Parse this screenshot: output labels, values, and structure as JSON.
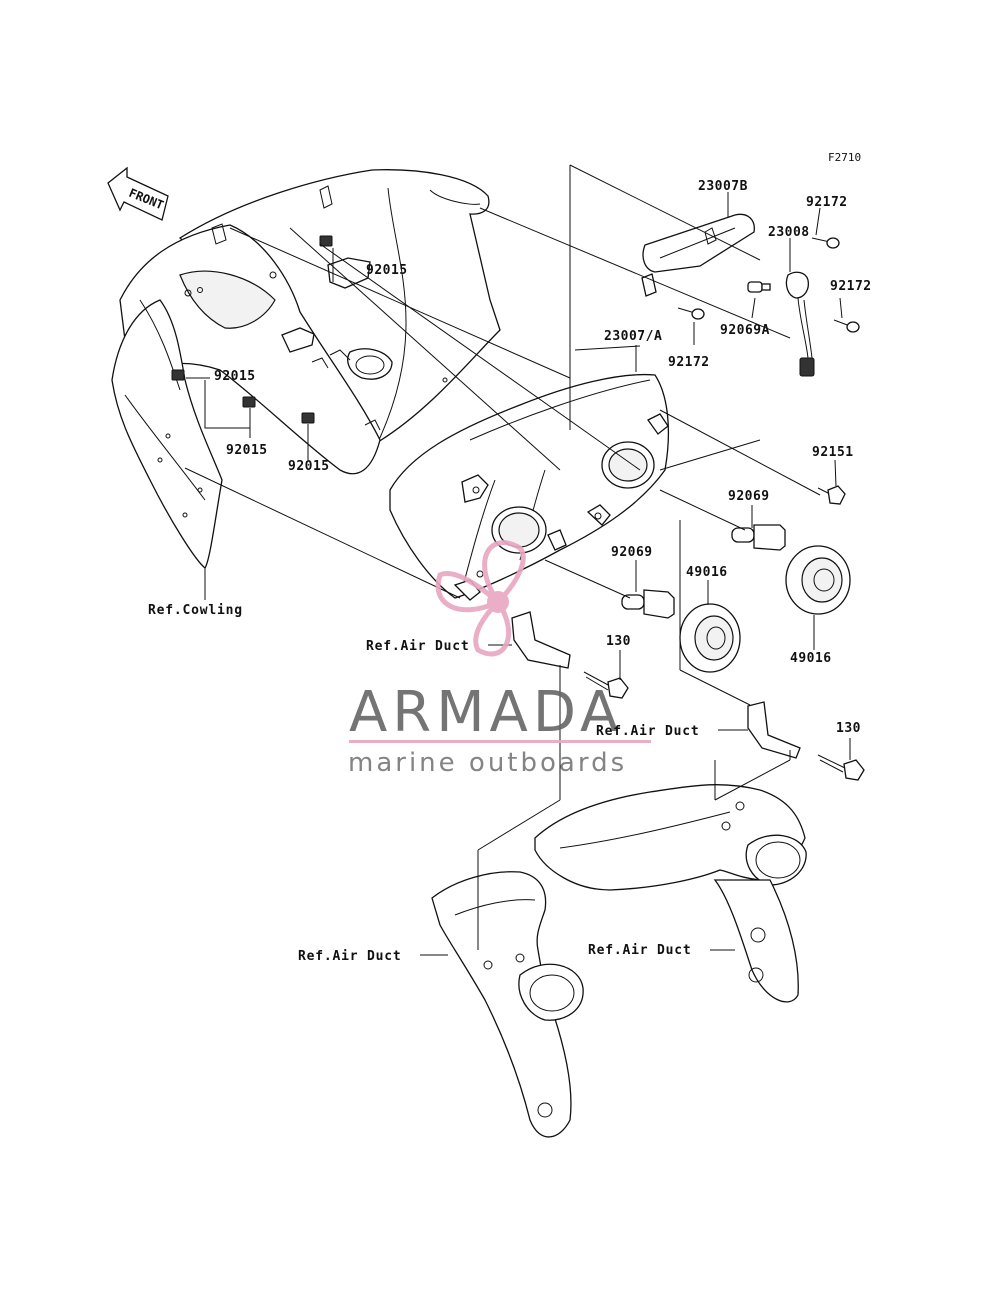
{
  "figure_code": "F2710",
  "direction_label": "FRONT",
  "parts": {
    "p23007B": "23007B",
    "p92172_a": "92172",
    "p23008": "23008",
    "p92172_b": "92172",
    "p92069A": "92069A",
    "p92172_c": "92172",
    "p23007A": "23007/A",
    "p92015_a": "92015",
    "p92015_b": "92015",
    "p92015_c": "92015",
    "p92015_d": "92015",
    "p92151": "92151",
    "p92069_a": "92069",
    "p92069_b": "92069",
    "p49016_a": "49016",
    "p49016_b": "49016",
    "p130_a": "130",
    "p130_b": "130"
  },
  "refs": {
    "cowling": "Ref.Cowling",
    "air_duct_1": "Ref.Air Duct",
    "air_duct_2": "Ref.Air Duct",
    "air_duct_3": "Ref.Air Duct",
    "air_duct_4": "Ref.Air Duct"
  },
  "watermark": {
    "title": "ARMADA",
    "subtitle": "marine outboards",
    "title_color": "#666666",
    "accent_color": "#e8a6c2"
  }
}
